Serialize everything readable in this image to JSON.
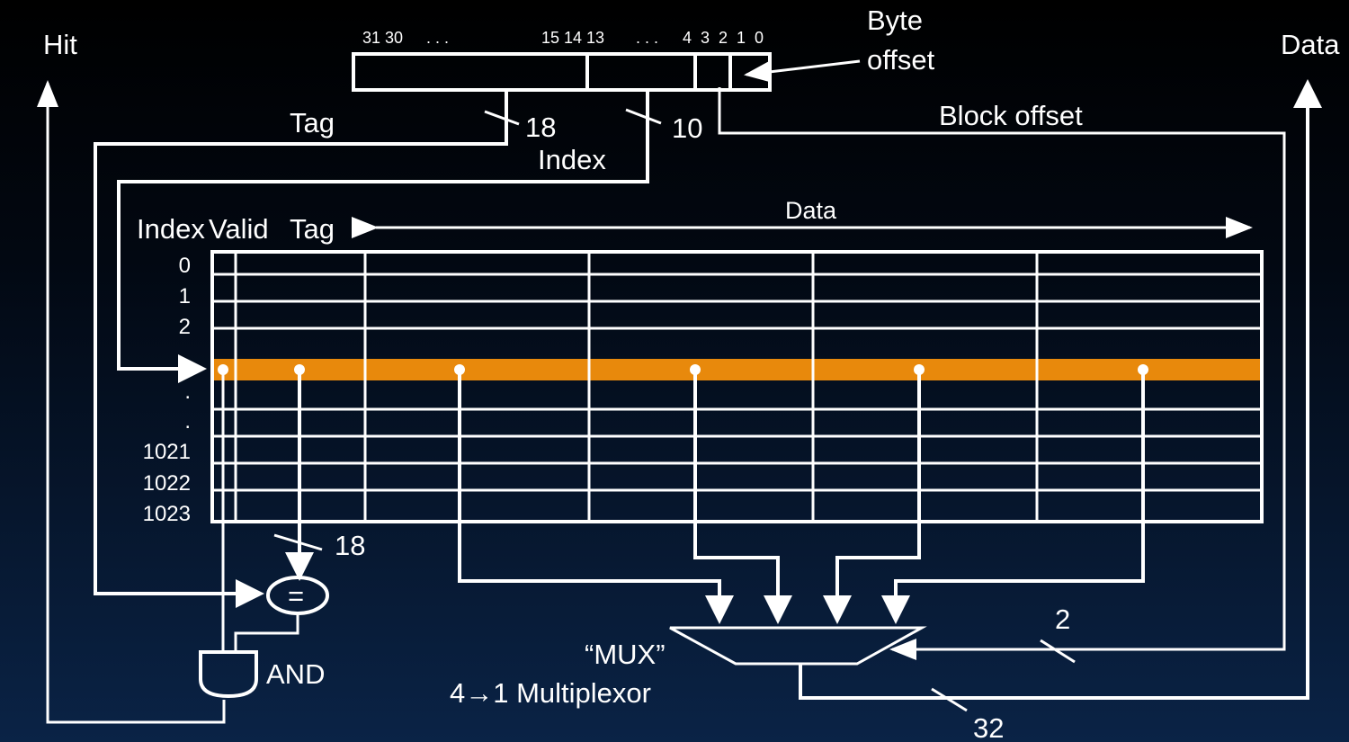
{
  "address": {
    "bits_high": "31 30",
    "dots_high": ". . .",
    "bits_mid": "15 14 13",
    "dots_mid": ". . .",
    "bits_low": "4  3  2  1  0",
    "byte_offset_line1": "Byte",
    "byte_offset_line2": "offset"
  },
  "labels": {
    "hit": "Hit",
    "data_out": "Data",
    "tag": "Tag",
    "tag_width": "18",
    "index": "Index",
    "index_width": "10",
    "block_offset": "Block offset",
    "block_offset_width": "2",
    "compare_width": "18",
    "compare_symbol": "=",
    "and_gate": "AND",
    "mux": "“MUX”",
    "mux_desc": "4→1 Multiplexor",
    "output_width": "32"
  },
  "table": {
    "headers": {
      "index": "Index",
      "valid": "Valid",
      "tag": "Tag",
      "data": "Data"
    },
    "rows": [
      "0",
      "1",
      "2",
      ".",
      ".",
      ".",
      "1021",
      "1022",
      "1023"
    ],
    "highlight_color": "#e8890c"
  }
}
